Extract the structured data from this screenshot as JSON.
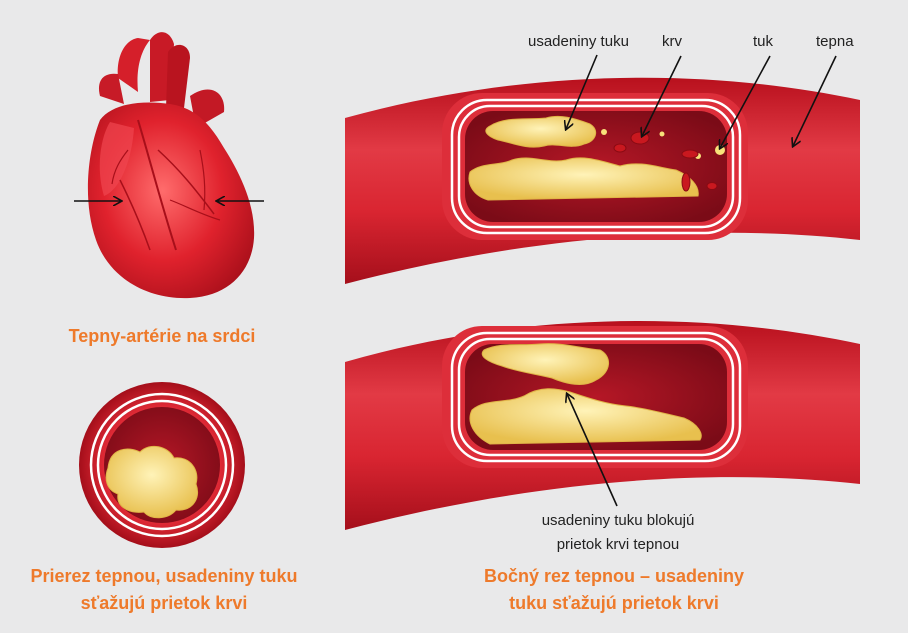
{
  "labels": {
    "fat_deposits": "usadeniny tuku",
    "blood": "krv",
    "fat": "tuk",
    "artery": "tepna",
    "blocking_line1": "usadeniny tuku blokujú",
    "blocking_line2": "prietok krvi tepnou"
  },
  "captions": {
    "heart": "Tepny-artérie na srdci",
    "cross_section_line1": "Prierez tepnou, usadeniny tuku",
    "cross_section_line2": "sťažujú prietok krvi",
    "side_section_line1": "Bočný rez tepnou – usadeniny",
    "side_section_line2": "tuku sťažujú prietok krvi"
  },
  "colors": {
    "background": "#e9e9ea",
    "caption": "#ee7a2b",
    "artery_red": "#d9232f",
    "lumen_dark": "#8c0f1c",
    "plaque_yellow": "#f4df7e"
  }
}
